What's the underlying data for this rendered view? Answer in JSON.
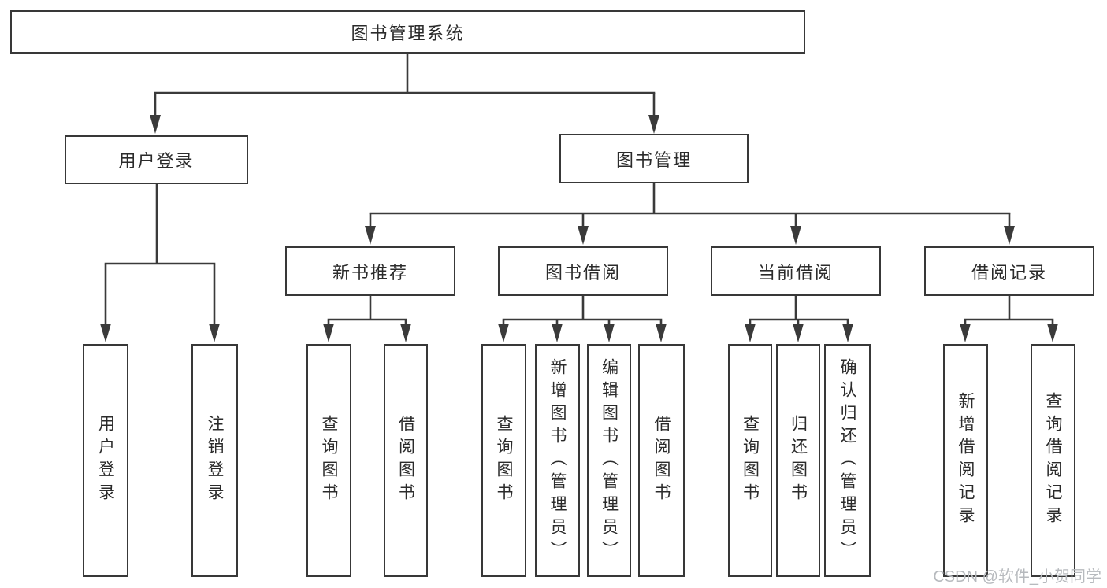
{
  "tree": {
    "root": {
      "label": "图书管理系统"
    },
    "branches": [
      {
        "label": "用户登录",
        "children": [
          "用户登录",
          "注销登录"
        ]
      },
      {
        "label": "图书管理",
        "modules": [
          {
            "label": "新书推荐",
            "children": [
              "查询图书",
              "借阅图书"
            ]
          },
          {
            "label": "图书借阅",
            "children": [
              "查询图书",
              "新增图书（管理员）",
              "编辑图书（管理员）",
              "借阅图书"
            ]
          },
          {
            "label": "当前借阅",
            "children": [
              "查询图书",
              "归还图书",
              "确认归还（管理员）"
            ]
          },
          {
            "label": "借阅记录",
            "children": [
              "新增借阅记录",
              "查询借阅记录"
            ]
          }
        ]
      }
    ]
  },
  "watermark": "CSDN @软件_小贺同学",
  "colors": {
    "line": "#3a3a3a",
    "box_border": "#383838",
    "text": "#2b2b2b",
    "watermark_text": "#b7babe",
    "background": "#ffffff"
  }
}
